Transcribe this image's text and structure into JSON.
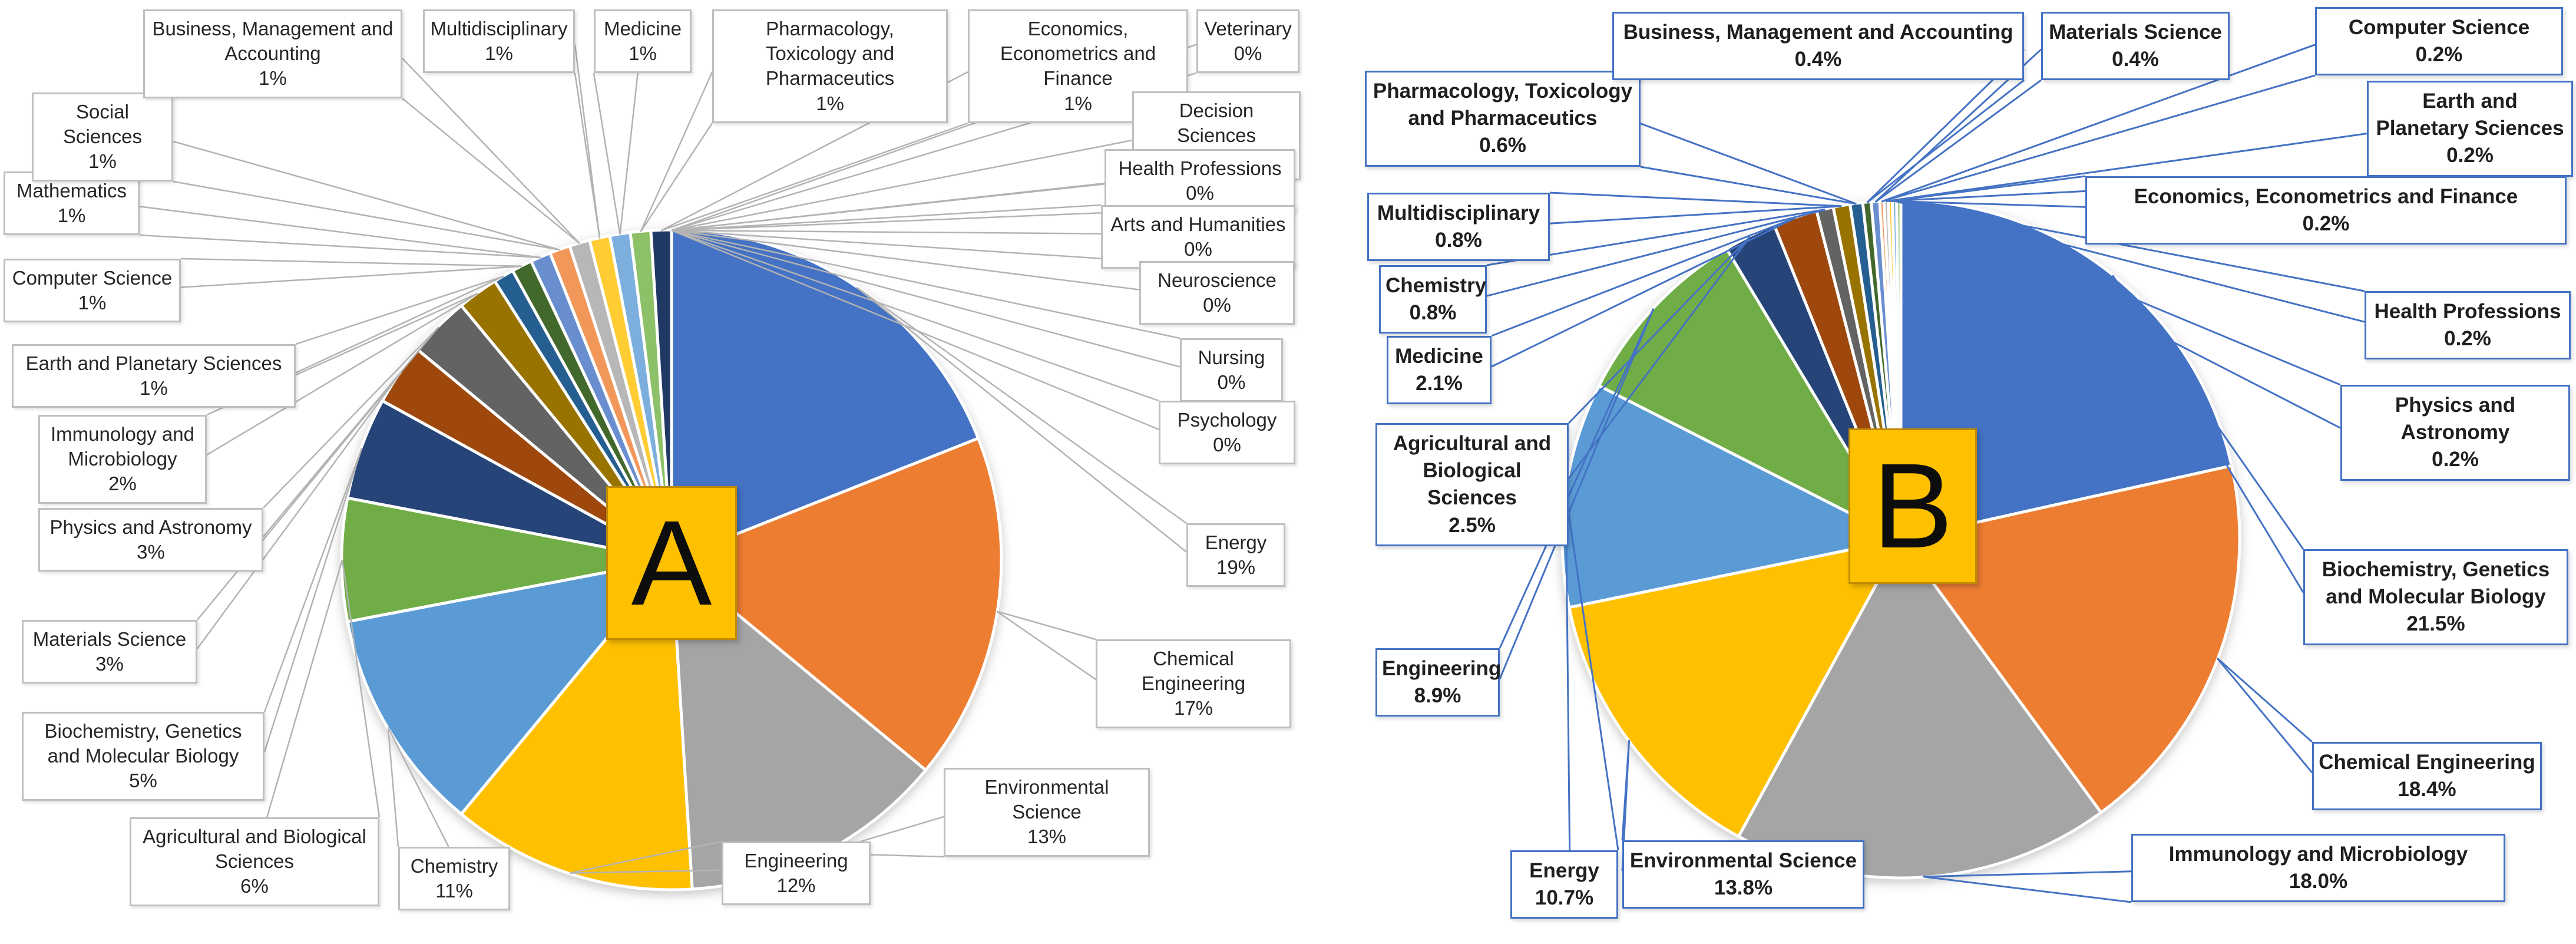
{
  "figure": {
    "background": "#FFFFFF",
    "description": "Two pie charts of subject areas with percentage callout labels",
    "panel_badges": [
      "A",
      "B"
    ],
    "badge_color": "#FFC000"
  },
  "chart_data": [
    {
      "type": "pie",
      "title": "A",
      "legend": "none",
      "direction": "clockwise",
      "start_angle_deg": 0,
      "badge_color": "#FFC000",
      "callout_border": "#BFBFBF",
      "leader_color": "#B3B3B3",
      "text_bold": false,
      "slices": [
        {
          "label": "Energy",
          "value": 19,
          "pct_label": "19%",
          "color": "#4472C4"
        },
        {
          "label": "Chemical Engineering",
          "value": 17,
          "pct_label": "17%",
          "color": "#ED7D31"
        },
        {
          "label": "Environmental Science",
          "value": 13,
          "pct_label": "13%",
          "color": "#A5A5A5"
        },
        {
          "label": "Engineering",
          "value": 12,
          "pct_label": "12%",
          "color": "#FFC000"
        },
        {
          "label": "Chemistry",
          "value": 11,
          "pct_label": "11%",
          "color": "#5B9BD5"
        },
        {
          "label": "Agricultural and Biological Sciences",
          "value": 6,
          "pct_label": "6%",
          "color": "#70AD47"
        },
        {
          "label": "Biochemistry, Genetics and Molecular Biology",
          "value": 5,
          "pct_label": "5%",
          "color": "#264478"
        },
        {
          "label": "Materials Science",
          "value": 3,
          "pct_label": "3%",
          "color": "#9E480E"
        },
        {
          "label": "Physics and Astronomy",
          "value": 3,
          "pct_label": "3%",
          "color": "#636363"
        },
        {
          "label": "Immunology and Microbiology",
          "value": 2,
          "pct_label": "2%",
          "color": "#997300"
        },
        {
          "label": "Earth and Planetary Sciences",
          "value": 1,
          "pct_label": "1%",
          "color": "#255E91"
        },
        {
          "label": "Computer Science",
          "value": 1,
          "pct_label": "1%",
          "color": "#43682B"
        },
        {
          "label": "Mathematics",
          "value": 1,
          "pct_label": "1%",
          "color": "#698ED0"
        },
        {
          "label": "Social Sciences",
          "value": 1,
          "pct_label": "1%",
          "color": "#F1975A"
        },
        {
          "label": "Business, Management and Accounting",
          "value": 1,
          "pct_label": "1%",
          "color": "#B7B7B7"
        },
        {
          "label": "Multidisciplinary",
          "value": 1,
          "pct_label": "1%",
          "color": "#FFCD33"
        },
        {
          "label": "Medicine",
          "value": 1,
          "pct_label": "1%",
          "color": "#7CAFDD"
        },
        {
          "label": "Pharmacology, Toxicology and Pharmaceutics",
          "value": 1,
          "pct_label": "1%",
          "color": "#8CC168"
        },
        {
          "label": "Economics, Econometrics and Finance",
          "value": 1,
          "pct_label": "1%",
          "color": "#203864"
        },
        {
          "label": "Veterinary",
          "value": 0,
          "pct_label": "0%",
          "color": "#843C0C"
        },
        {
          "label": "Decision Sciences",
          "value": 0,
          "pct_label": "0%",
          "color": "#525252"
        },
        {
          "label": "Health Professions",
          "value": 0,
          "pct_label": "0%",
          "color": "#7F6000"
        },
        {
          "label": "Arts and Humanities",
          "value": 0,
          "pct_label": "0%",
          "color": "#1F4E79"
        },
        {
          "label": "Neuroscience",
          "value": 0,
          "pct_label": "0%",
          "color": "#375623"
        },
        {
          "label": "Nursing",
          "value": 0,
          "pct_label": "0%",
          "color": "#8FAADC"
        },
        {
          "label": "Psychology",
          "value": 0,
          "pct_label": "0%",
          "color": "#F4B183"
        }
      ]
    },
    {
      "type": "pie",
      "title": "B",
      "legend": "none",
      "direction": "clockwise",
      "start_angle_deg": 0,
      "badge_color": "#FFC000",
      "callout_border": "#4472C4",
      "leader_color": "#4472C4",
      "text_bold": true,
      "slices": [
        {
          "label": "Biochemistry, Genetics and Molecular Biology",
          "value": 21.5,
          "pct_label": "21.5%",
          "color": "#4472C4"
        },
        {
          "label": "Chemical Engineering",
          "value": 18.4,
          "pct_label": "18.4%",
          "color": "#ED7D31"
        },
        {
          "label": "Immunology and Microbiology",
          "value": 18.0,
          "pct_label": "18.0%",
          "color": "#A5A5A5"
        },
        {
          "label": "Environmental Science",
          "value": 13.8,
          "pct_label": "13.8%",
          "color": "#FFC000"
        },
        {
          "label": "Energy",
          "value": 10.7,
          "pct_label": "10.7%",
          "color": "#5B9BD5"
        },
        {
          "label": "Engineering",
          "value": 8.9,
          "pct_label": "8.9%",
          "color": "#70AD47"
        },
        {
          "label": "Agricultural and Biological Sciences",
          "value": 2.5,
          "pct_label": "2.5%",
          "color": "#264478"
        },
        {
          "label": "Medicine",
          "value": 2.1,
          "pct_label": "2.1%",
          "color": "#9E480E"
        },
        {
          "label": "Chemistry",
          "value": 0.8,
          "pct_label": "0.8%",
          "color": "#636363"
        },
        {
          "label": "Multidisciplinary",
          "value": 0.8,
          "pct_label": "0.8%",
          "color": "#997300"
        },
        {
          "label": "Pharmacology, Toxicology and Pharmaceutics",
          "value": 0.6,
          "pct_label": "0.6%",
          "color": "#255E91"
        },
        {
          "label": "Business, Management and Accounting",
          "value": 0.4,
          "pct_label": "0.4%",
          "color": "#43682B"
        },
        {
          "label": "Materials Science",
          "value": 0.4,
          "pct_label": "0.4%",
          "color": "#698ED0"
        },
        {
          "label": "Computer Science",
          "value": 0.2,
          "pct_label": "0.2%",
          "color": "#F1975A"
        },
        {
          "label": "Earth and Planetary Sciences",
          "value": 0.2,
          "pct_label": "0.2%",
          "color": "#B7B7B7"
        },
        {
          "label": "Economics, Econometrics and Finance",
          "value": 0.2,
          "pct_label": "0.2%",
          "color": "#FFCD33"
        },
        {
          "label": "Health Professions",
          "value": 0.2,
          "pct_label": "0.2%",
          "color": "#7CAFDD"
        },
        {
          "label": "Physics and Astronomy",
          "value": 0.2,
          "pct_label": "0.2%",
          "color": "#8CC168"
        }
      ]
    }
  ]
}
